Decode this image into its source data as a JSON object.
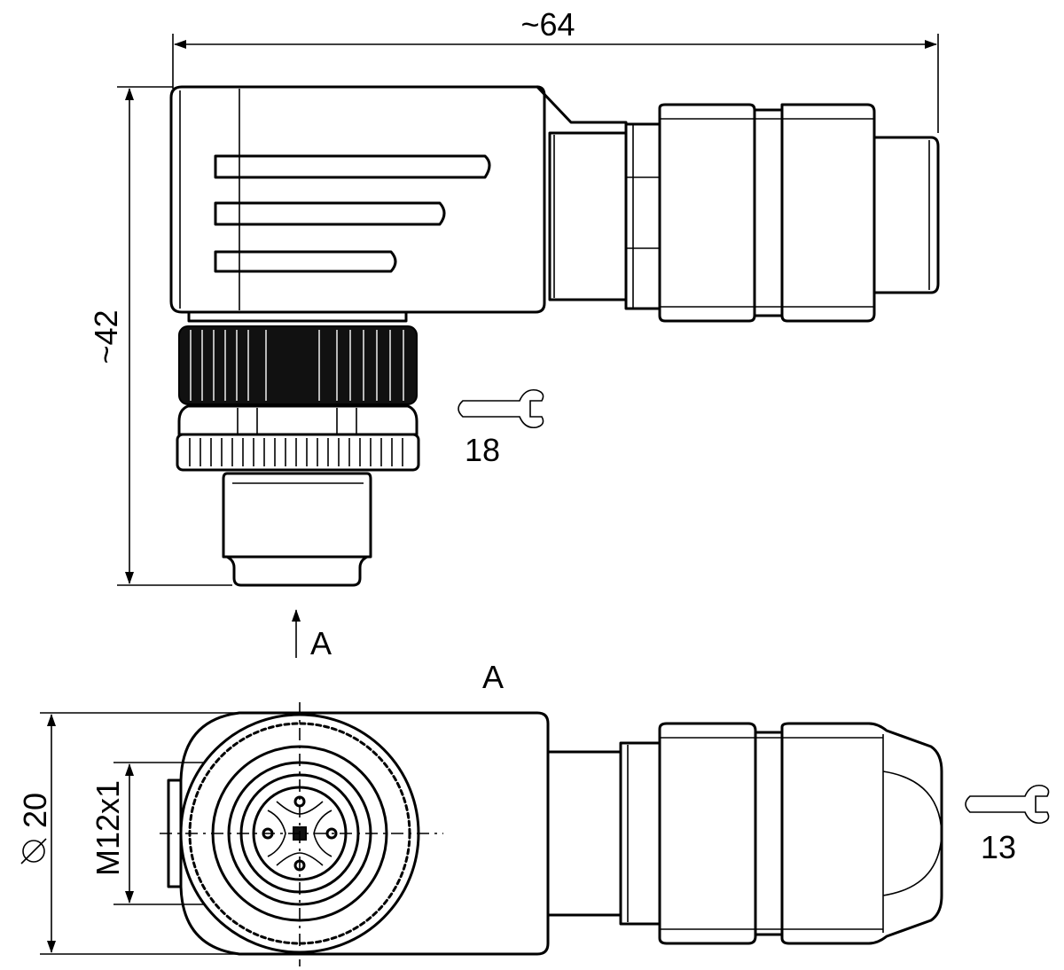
{
  "dimensions": {
    "overall_length": "~64",
    "overall_height": "~42",
    "diameter": "20",
    "thread": "M12x1"
  },
  "wrench_sizes": {
    "upper": "18",
    "lower": "13"
  },
  "view": {
    "arrow_label": "A",
    "view_title": "A"
  },
  "icons": {
    "wrench": "wrench-icon",
    "diameter_symbol": "diameter-symbol-icon",
    "view_arrow": "arrow-up-icon"
  },
  "colors": {
    "line": "#000000",
    "background": "#ffffff"
  }
}
